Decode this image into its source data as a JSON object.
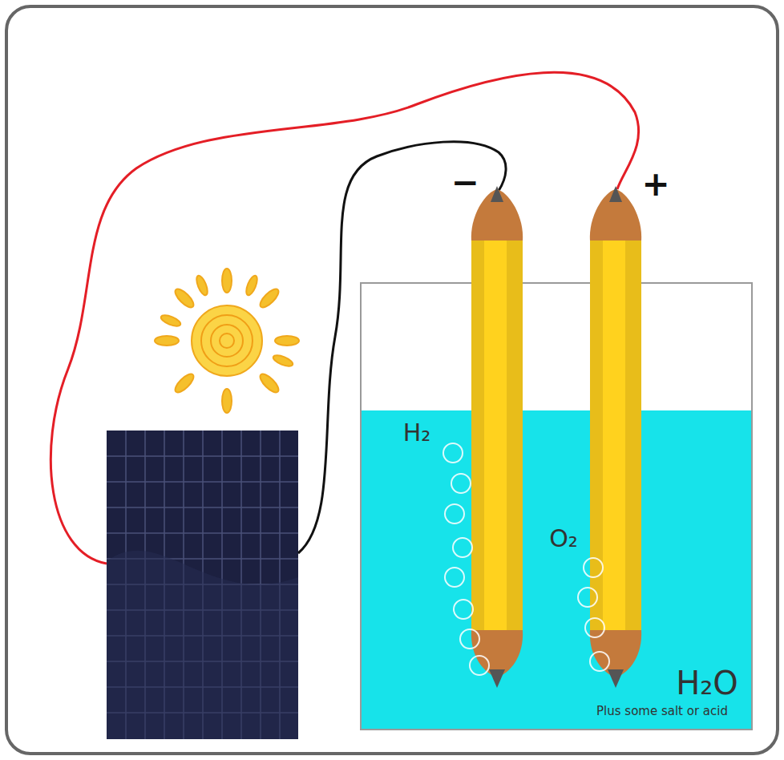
{
  "diagram": {
    "labels": [
      "−",
      "+",
      "H₂",
      "O₂",
      "H₂O",
      "Plus some salt or acid"
    ]
  }
}
